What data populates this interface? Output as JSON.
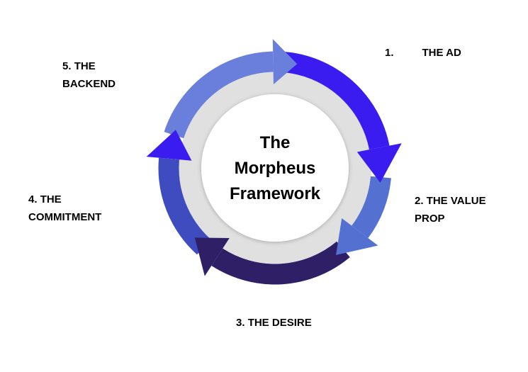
{
  "title": [
    "The",
    "Morpheus",
    "Framework"
  ],
  "steps": [
    {
      "num": "1.",
      "label": "THE AD",
      "color": "#3a1cf0"
    },
    {
      "num": "2.",
      "label": "THE VALUE PROP",
      "color": "#5470d0"
    },
    {
      "num": "3.",
      "label": "THE DESIRE",
      "color": "#2e1f66"
    },
    {
      "num": "4.",
      "label": "THE COMMITMENT",
      "color": "#3f4cc0"
    },
    {
      "num": "5.",
      "label": "THE BACKEND",
      "color": "#6a7fdc"
    }
  ],
  "colors": {
    "ring": "#e0e0e0",
    "center": "#ffffff",
    "accent_head": "#3a1cf0"
  }
}
